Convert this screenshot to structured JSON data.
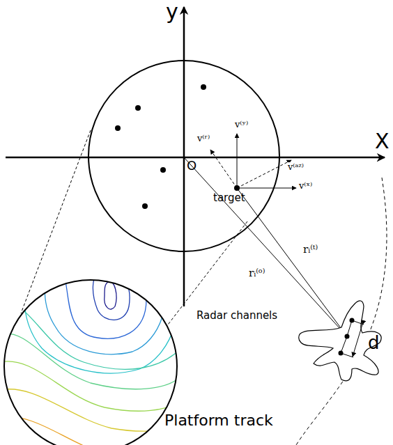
{
  "diagram": {
    "labels": [
      "y",
      "X",
      "O",
      "target",
      "v⁽ʳ⁾",
      "v⁽ʸ⁾",
      "v⁽ᵃᶻ⁾",
      "v⁽ˣ⁾",
      "rᵢ⁽ᵗ⁾",
      "rᵢ⁽ᵒ⁾",
      "Radar channels",
      "d",
      "Platform track"
    ]
  }
}
